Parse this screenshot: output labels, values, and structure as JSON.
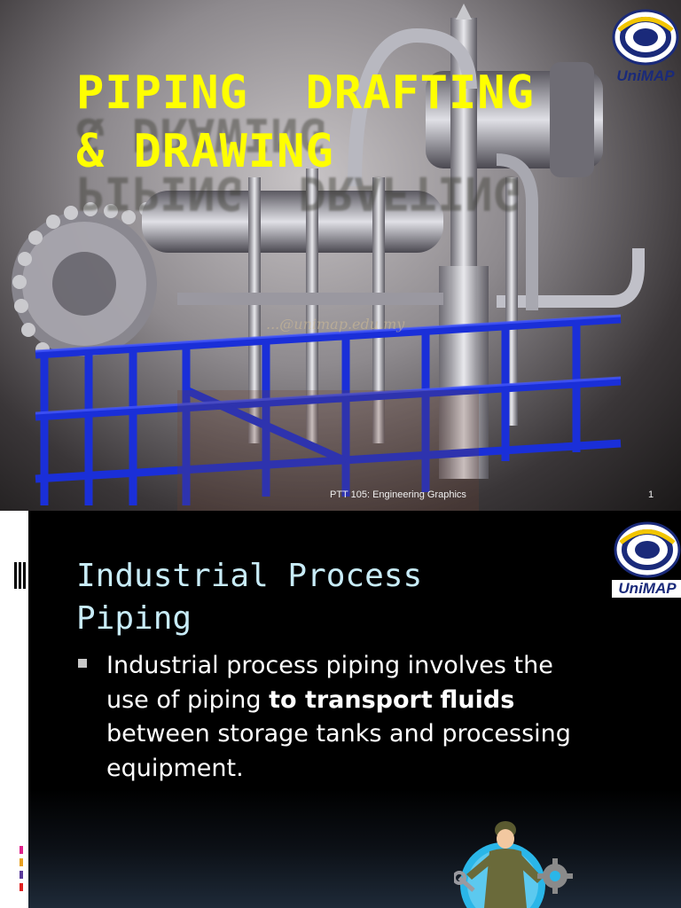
{
  "slides": [
    {
      "title_line1": "PIPING  DRAFTING",
      "title_line2": "& DRAWING",
      "email": "...@unimap.edu.my",
      "footer": "PTT 105: Engineering Graphics",
      "page_number": "1",
      "logo_text": "UniMAP"
    },
    {
      "heading_line1": "Industrial Process",
      "heading_line2": "Piping",
      "bullet": {
        "part1": "Industrial process piping involves the use of  piping ",
        "bold1": "to transport",
        "space": " ",
        "bold2": "fluids",
        "part2": " between storage  tanks and processing equipment."
      },
      "logo_text": "UniMAP"
    }
  ],
  "colors": {
    "title": "#ffff00",
    "heading": "#c8ecf8",
    "body_text": "#ffffff",
    "pipe_frame": "#1a2fd8",
    "logo_blue": "#1a2a7a"
  },
  "icons": [
    "unimap-logo-icon",
    "piping-render-image",
    "mechanic-clipart-icon",
    "bullet-square-icon"
  ]
}
